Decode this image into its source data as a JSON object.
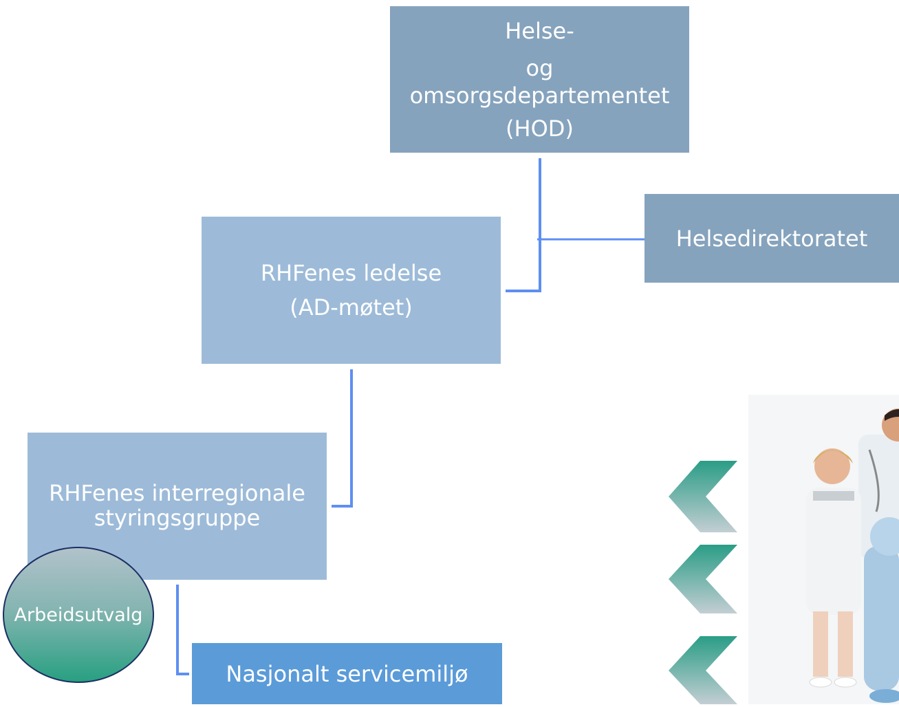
{
  "nodes": {
    "hod": {
      "line1": "Helse-",
      "line2": "og omsorgsdepartementet",
      "line3": "(HOD)"
    },
    "helsedirektoratet": "Helsedirektoratet",
    "rhf_ledelse": {
      "line1": "RHFenes ledelse",
      "line2": "(AD-møtet)"
    },
    "interregional": "RHFenes interregionale styringsgruppe",
    "servicemiljo": "Nasjonalt servicemiljø",
    "arbeidsutvalg": "Arbeidsutvalg"
  },
  "colors": {
    "hod_box": "#86a3bd",
    "rhf_box": "#9dbbd8",
    "service_box": "#5b9bd8",
    "connector": "#5e8ff2",
    "chevron_top": "#2a9d86",
    "chevron_bottom": "#c3ced3"
  },
  "photo": {
    "subject": "healthcare-staff-group"
  }
}
